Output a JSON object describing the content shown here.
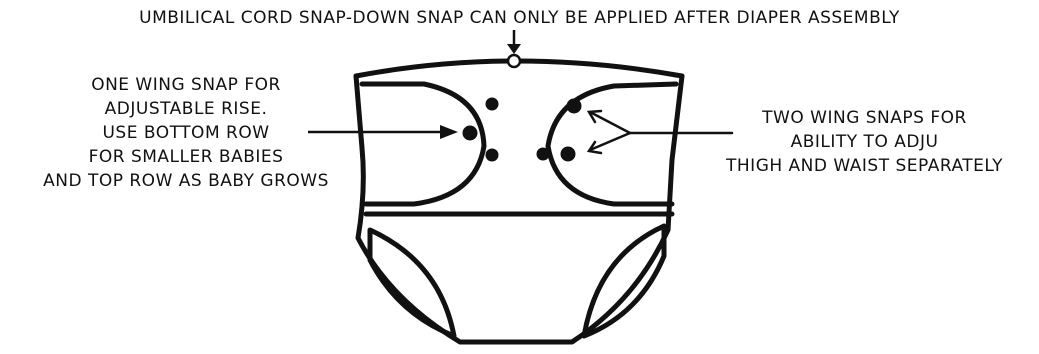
{
  "title_note": "UMBILICAL CORD SNAP-DOWN SNAP CAN ONLY BE APPLIED AFTER DIAPER ASSEMBLY",
  "left_note": {
    "lines": [
      "ONE WING SNAP FOR",
      "ADJUSTABLE RISE.",
      "USE BOTTOM ROW",
      "FOR SMALLER BABIES",
      "AND TOP ROW AS BABY GROWS"
    ]
  },
  "right_note": {
    "lines": [
      "TWO WING SNAPS FOR",
      "ABILITY TO ADJU",
      "THIGH AND WAIST SEPARATELY"
    ]
  },
  "colors": {
    "ink": "#111111",
    "background": "#ffffff"
  }
}
